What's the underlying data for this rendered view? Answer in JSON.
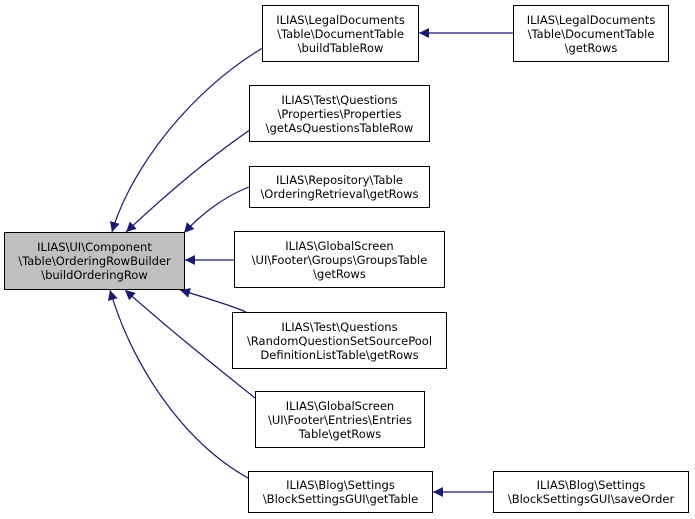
{
  "colors": {
    "edge": "#191970",
    "root_fill": "#bfbfbf",
    "node_fill": "#ffffff",
    "border": "#000000"
  },
  "nodes": {
    "root": [
      "ILIAS\\UI\\Component",
      "\\Table\\OrderingRowBuilder",
      "\\buildOrderingRow"
    ],
    "legal_build": [
      "ILIAS\\LegalDocuments",
      "\\Table\\DocumentTable",
      "\\buildTableRow"
    ],
    "legal_get": [
      "ILIAS\\LegalDocuments",
      "\\Table\\DocumentTable",
      "\\getRows"
    ],
    "test_props": [
      "ILIAS\\Test\\Questions",
      "\\Properties\\Properties",
      "\\getAsQuestionsTableRow"
    ],
    "repo": [
      "ILIAS\\Repository\\Table",
      "\\OrderingRetrieval\\getRows"
    ],
    "gs_groups": [
      "ILIAS\\GlobalScreen",
      "\\UI\\Footer\\Groups\\GroupsTable",
      "\\getRows"
    ],
    "test_random": [
      "ILIAS\\Test\\Questions",
      "\\RandomQuestionSetSourcePool",
      "DefinitionListTable\\getRows"
    ],
    "gs_entries": [
      "ILIAS\\GlobalScreen",
      "\\UI\\Footer\\Entries\\Entries",
      "Table\\getRows"
    ],
    "blog_get": [
      "ILIAS\\Blog\\Settings",
      "\\BlockSettingsGUI\\getTable"
    ],
    "blog_save": [
      "ILIAS\\Blog\\Settings",
      "\\BlockSettingsGUI\\saveOrder"
    ]
  }
}
